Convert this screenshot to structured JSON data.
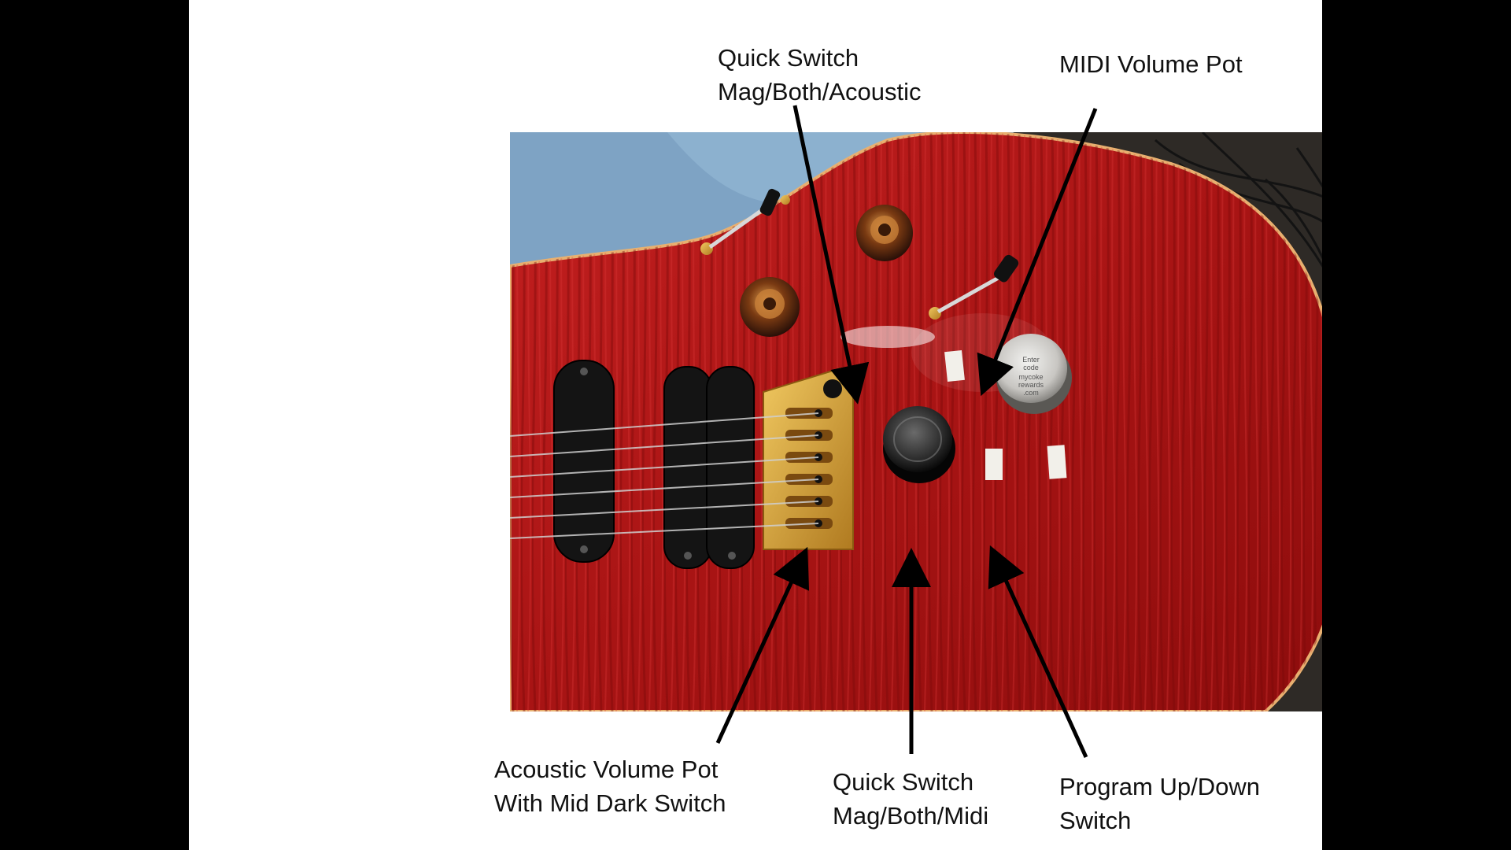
{
  "colors": {
    "side_bars": "#000000",
    "slide_background": "#ffffff",
    "label_text": "#111111",
    "arrow": "#000000",
    "guitar_top": "#b01818",
    "hardware_gold": "#d4a23a",
    "pickup_black": "#141414"
  },
  "annotations": [
    {
      "id": "quick-switch-acoustic",
      "lines": [
        "Quick Switch",
        "Mag/Both/Acoustic"
      ]
    },
    {
      "id": "midi-volume-pot",
      "lines": [
        "MIDI Volume Pot"
      ]
    },
    {
      "id": "acoustic-volume-pot",
      "lines": [
        "Acoustic Volume Pot",
        "With Mid Dark Switch"
      ]
    },
    {
      "id": "quick-switch-midi",
      "lines": [
        "Quick Switch",
        "Mag/Both/Midi"
      ]
    },
    {
      "id": "program-switch",
      "lines": [
        "Program Up/Down",
        "Switch"
      ]
    }
  ],
  "bottle_cap": {
    "lines": [
      "Enter",
      "code",
      "mycoke",
      "rewards",
      ".com"
    ]
  }
}
